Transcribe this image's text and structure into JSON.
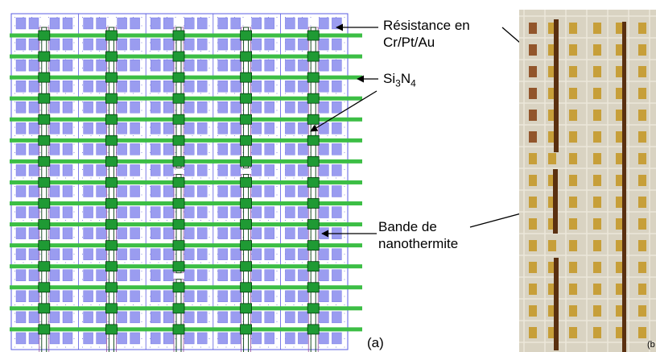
{
  "labels": {
    "resistance_line1": "Résistance en",
    "resistance_line2": "Cr/Pt/Au",
    "si3n4_base": "Si",
    "si3n4_sub1": "3",
    "si3n4_mid": "N",
    "si3n4_sub2": "4",
    "band_line1": "Bande de",
    "band_line2": "nanothermite",
    "panel_a": "(a)",
    "panel_b": "(b"
  },
  "layout_diagram": {
    "columns": 5,
    "rows": 16,
    "colors": {
      "pad": "#9a9cf0",
      "pad_edge": "#6b6ee0",
      "grid_dot": "#8a8ce0",
      "frame": "#5a5ce0",
      "resistor": "#3cbe45",
      "heater": "#1f9a34",
      "resistor_outline": "#003b0a",
      "band_outline": "#8a3a8a"
    }
  },
  "photo": {
    "colors": {
      "background": "#d9d3c2",
      "pad": "#c69a2e",
      "pad_dark": "#8c4a1e",
      "strip": "#5a3010",
      "grid_line": "#ece7da"
    }
  }
}
